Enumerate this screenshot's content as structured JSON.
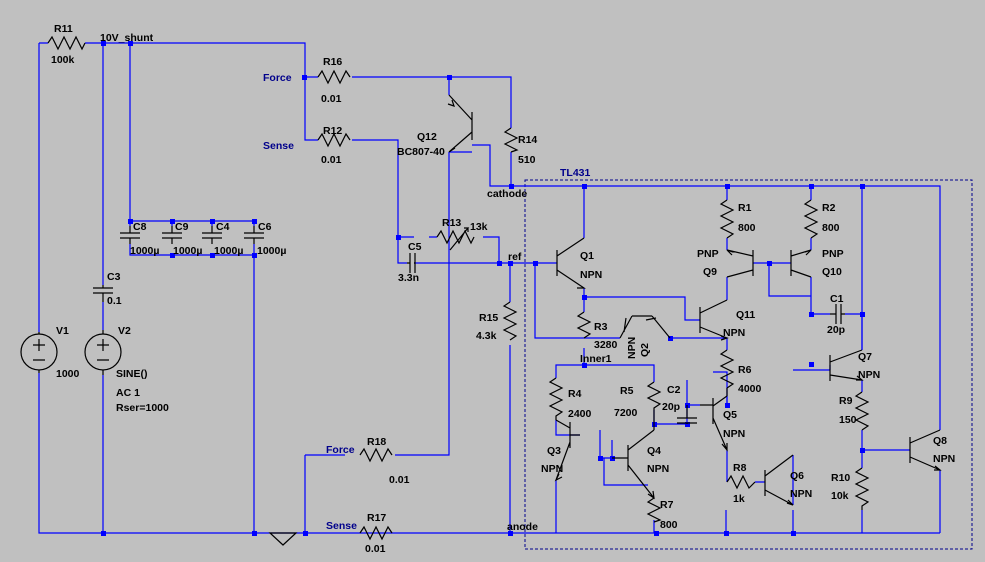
{
  "colors": {
    "background": "#c0c0c0",
    "wire": "#0000ff",
    "component": "#000000",
    "net_label": "#00008b",
    "text": "#000000"
  },
  "net_labels": {
    "n10v": "10V_shunt",
    "force1": "Force",
    "sense1": "Sense",
    "cathode": "cathode",
    "ref": "ref",
    "anode": "anode",
    "force2": "Force",
    "sense2": "Sense",
    "inner1": "Inner1",
    "tl431": "TL431"
  },
  "components": {
    "R11": {
      "name": "R11",
      "value": "100k"
    },
    "R16": {
      "name": "R16",
      "value": "0.01"
    },
    "R12": {
      "name": "R12",
      "value": "0.01"
    },
    "Q12": {
      "name": "Q12",
      "model": "BC807-40"
    },
    "R14": {
      "name": "R14",
      "value": "510"
    },
    "R13": {
      "name": "R13",
      "value": "13k"
    },
    "C5": {
      "name": "C5",
      "value": "3.3n"
    },
    "C8": {
      "name": "C8",
      "value": "1000µ"
    },
    "C9": {
      "name": "C9",
      "value": "1000µ"
    },
    "C4": {
      "name": "C4",
      "value": "1000µ"
    },
    "C6": {
      "name": "C6",
      "value": "1000µ"
    },
    "C3": {
      "name": "C3",
      "value": "0.1"
    },
    "V1": {
      "name": "V1",
      "value": "1000"
    },
    "V2": {
      "name": "V2",
      "line1": "SINE()",
      "line2": "AC 1",
      "line3": "Rser=1000"
    },
    "R15": {
      "name": "R15",
      "value": "4.3k"
    },
    "R18": {
      "name": "R18",
      "value": "0.01"
    },
    "R17": {
      "name": "R17",
      "value": "0.01"
    },
    "Q1": {
      "name": "Q1",
      "type": "NPN"
    },
    "R1": {
      "name": "R1",
      "value": "800"
    },
    "R2": {
      "name": "R2",
      "value": "800"
    },
    "Q9": {
      "name": "Q9",
      "type": "PNP"
    },
    "Q10": {
      "name": "Q10",
      "type": "PNP"
    },
    "C1": {
      "name": "C1",
      "value": "20p"
    },
    "Q11": {
      "name": "Q11",
      "type": "NPN"
    },
    "R3": {
      "name": "R3",
      "value": "3280"
    },
    "Q2": {
      "name": "Q2",
      "type": "NPN"
    },
    "R6": {
      "name": "R6",
      "value": "4000"
    },
    "Q7": {
      "name": "Q7",
      "type": "NPN"
    },
    "R4": {
      "name": "R4",
      "value": "2400"
    },
    "R5": {
      "name": "R5",
      "value": "7200"
    },
    "C2": {
      "name": "C2",
      "value": "20p"
    },
    "Q5": {
      "name": "Q5",
      "type": "NPN"
    },
    "R9": {
      "name": "R9",
      "value": "150"
    },
    "Q8": {
      "name": "Q8",
      "type": "NPN"
    },
    "Q3": {
      "name": "Q3",
      "type": "NPN"
    },
    "Q4": {
      "name": "Q4",
      "type": "NPN"
    },
    "R8": {
      "name": "R8",
      "value": "1k"
    },
    "Q6": {
      "name": "Q6",
      "type": "NPN"
    },
    "R10": {
      "name": "R10",
      "value": "10k"
    },
    "R7": {
      "name": "R7",
      "value": "800"
    }
  }
}
